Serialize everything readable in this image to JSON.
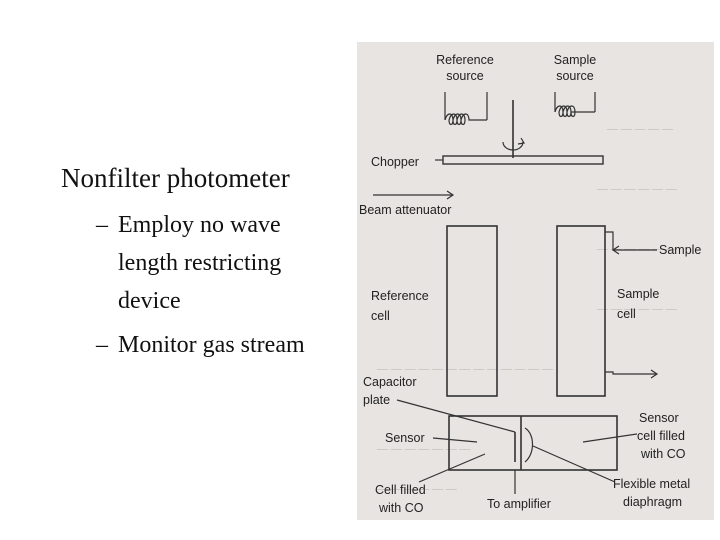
{
  "slide": {
    "heading": "Nonfilter photometer",
    "bullets": [
      {
        "dash": "–",
        "lines": [
          "Employ no wave",
          "length restricting",
          "device"
        ]
      },
      {
        "dash": "–",
        "lines": [
          "Monitor gas stream"
        ]
      }
    ]
  },
  "figure": {
    "labels": {
      "reference_source": [
        "Reference",
        "source"
      ],
      "sample_source": [
        "Sample",
        "source"
      ],
      "chopper": "Chopper",
      "beam_attenuator": "Beam attenuator",
      "sample": "Sample",
      "reference_cell": [
        "Reference",
        "cell"
      ],
      "sample_cell": [
        "Sample",
        "cell"
      ],
      "capacitor_plate": [
        "Capacitor",
        "plate"
      ],
      "sensor": "Sensor",
      "sensor_cell": [
        "Sensor",
        "cell filled",
        "with CO"
      ],
      "cell_filled": [
        "Cell filled",
        "with CO"
      ],
      "to_amplifier": "To amplifier",
      "flexible_diaphragm": [
        "Flexible metal",
        "diaphragm"
      ]
    },
    "colors": {
      "background": "#e8e4e2",
      "ink": "#222222"
    }
  }
}
